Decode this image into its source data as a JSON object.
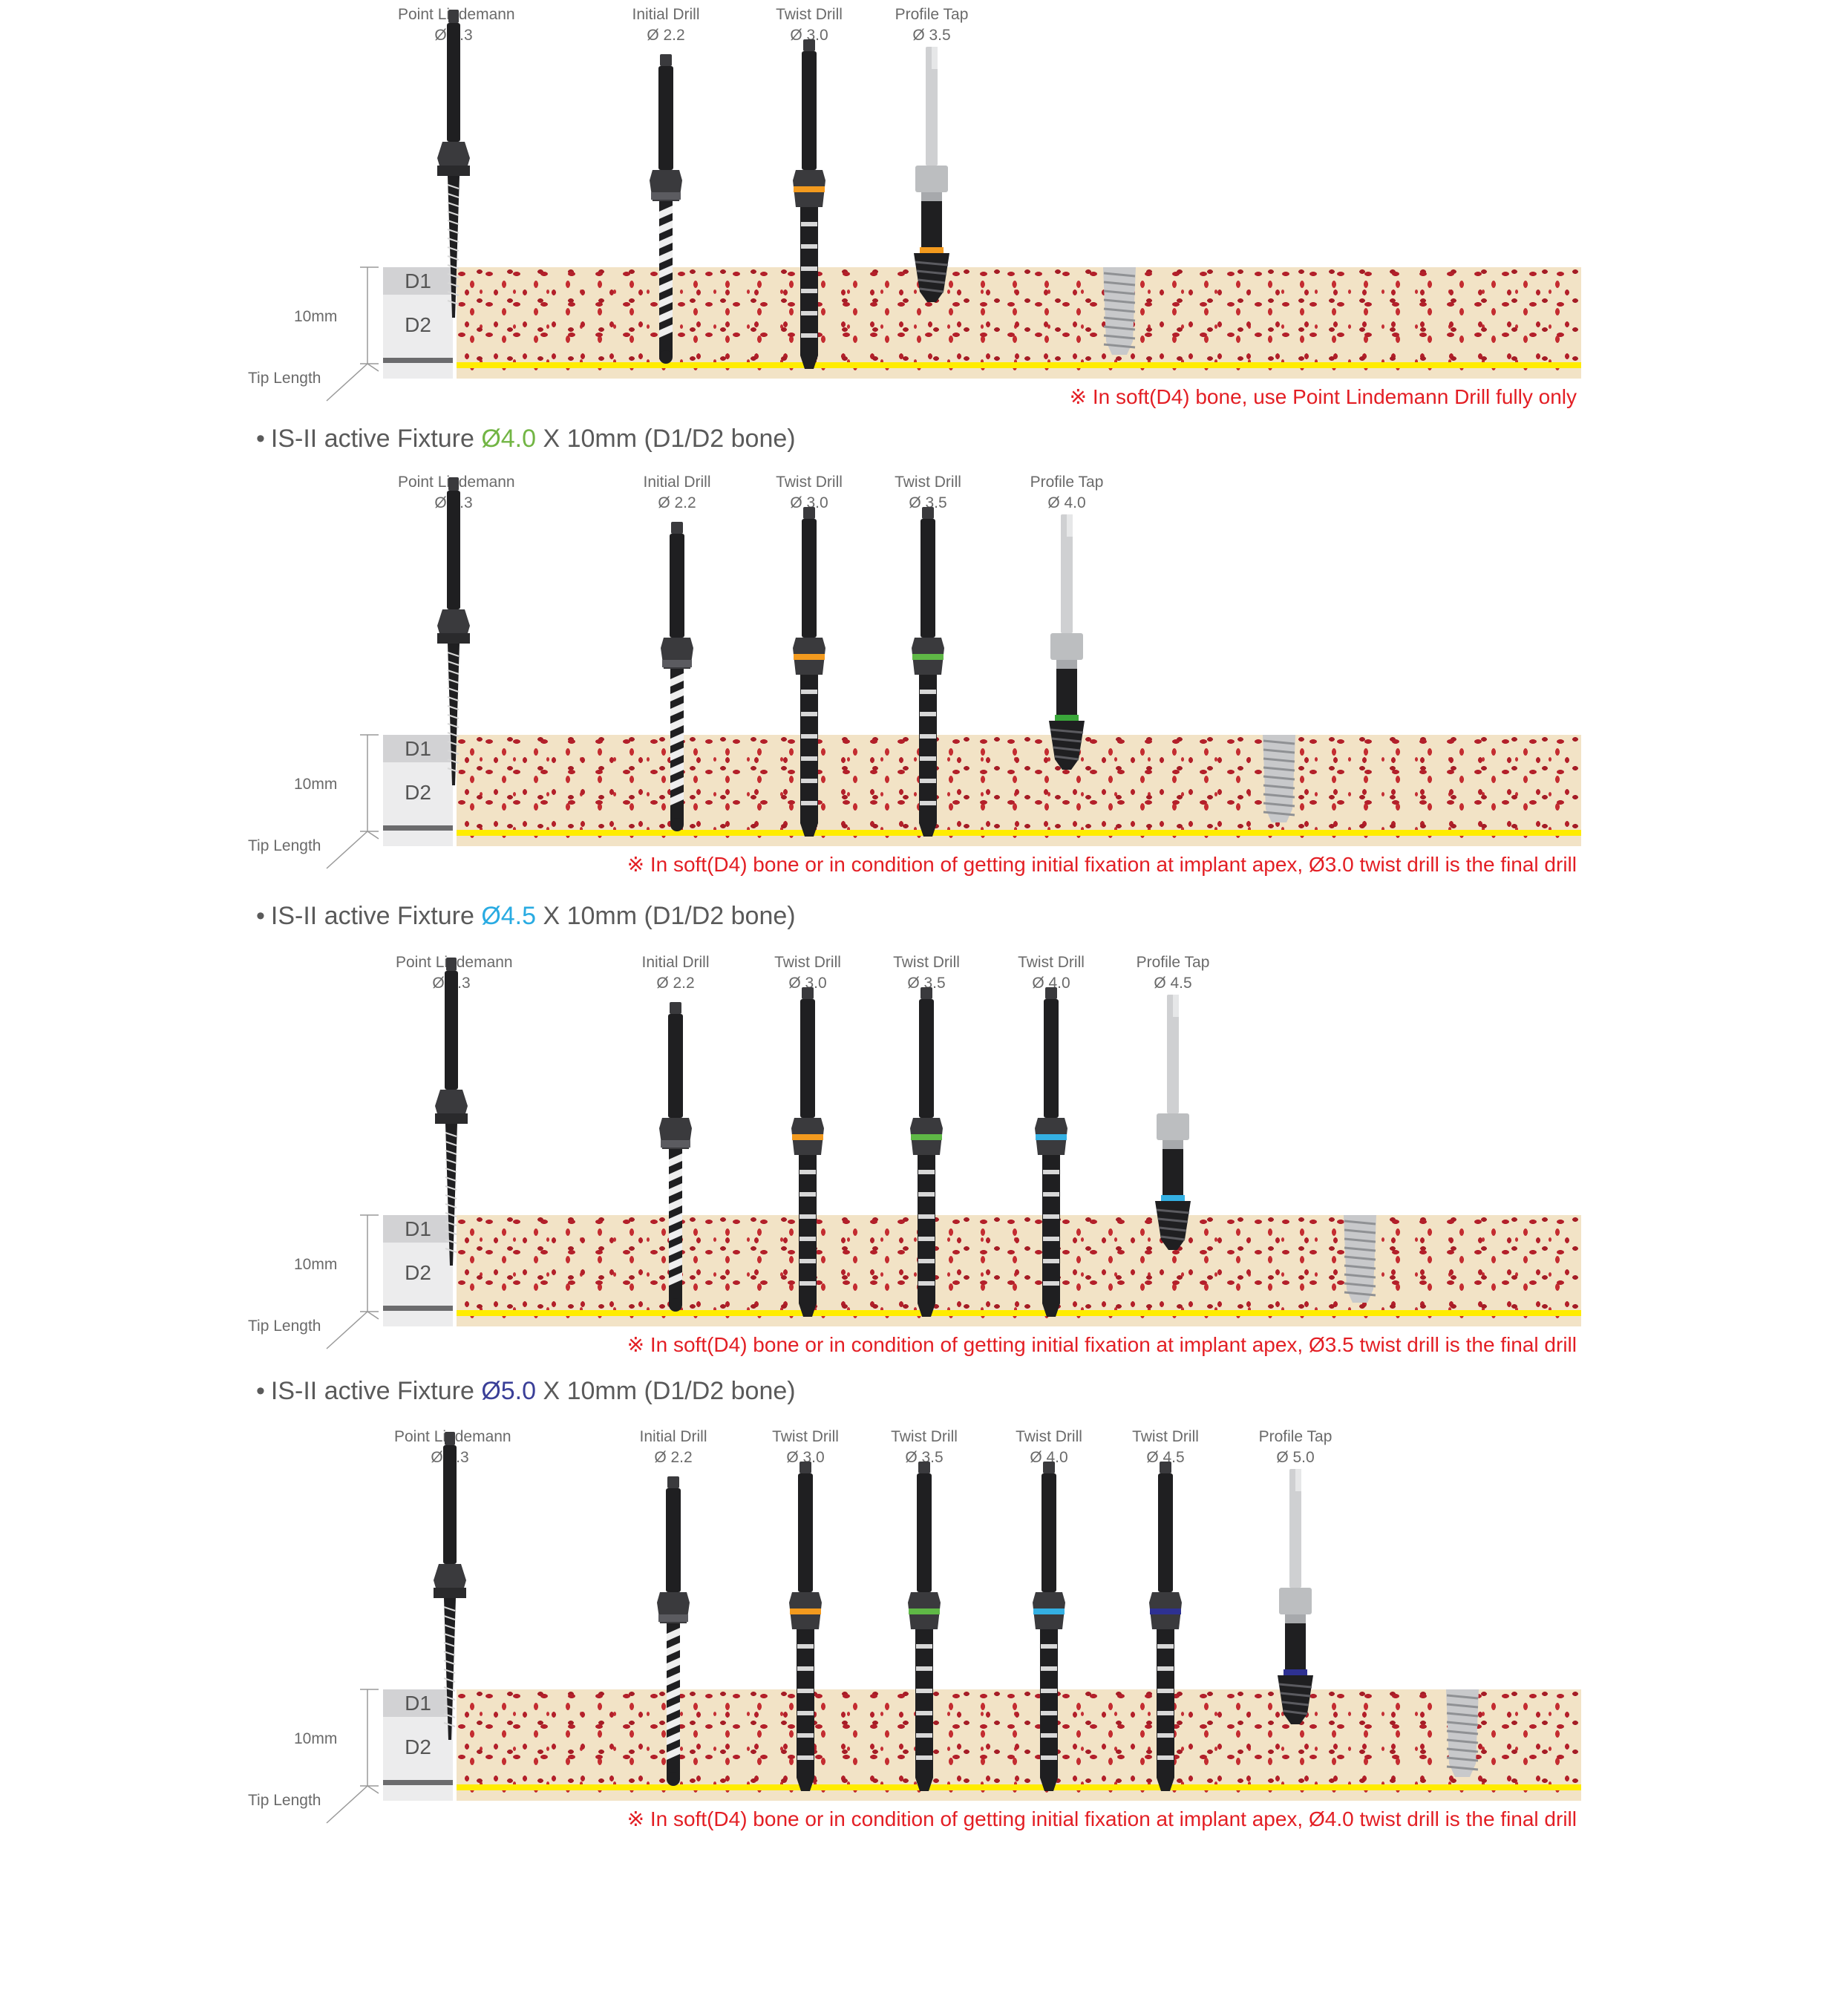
{
  "sections": [
    {
      "title": null,
      "tools": [
        {
          "name": "Point Lindemann",
          "diameter": "Ø 2.3",
          "kind": "lindemann"
        },
        {
          "name": "Initial Drill",
          "diameter": "Ø 2.2",
          "kind": "initial"
        },
        {
          "name": "Twist Drill",
          "diameter": "Ø 3.0",
          "kind": "twist",
          "ring": "#f39a1e"
        },
        {
          "name": "Profile Tap",
          "diameter": "Ø 3.5",
          "kind": "tap",
          "ring": "#f39a1e"
        }
      ],
      "depth": {
        "d1": "D1",
        "d2": "D2",
        "length": "10mm",
        "tip": "Tip Length"
      },
      "note": "※ In soft(D4) bone, use Point Lindemann Drill fully only"
    },
    {
      "title": {
        "prefix": "IS-II active Fixture ",
        "diameter": "Ø4.0",
        "diameter_color": "#72b544",
        "suffix": " X 10mm (D1/D2 bone)"
      },
      "tools": [
        {
          "name": "Point Lindemann",
          "diameter": "Ø 2.3",
          "kind": "lindemann"
        },
        {
          "name": "Initial Drill",
          "diameter": "Ø 2.2",
          "kind": "initial"
        },
        {
          "name": "Twist Drill",
          "diameter": "Ø 3.0",
          "kind": "twist",
          "ring": "#f39a1e"
        },
        {
          "name": "Twist Drill",
          "diameter": "Ø 3.5",
          "kind": "twist",
          "ring": "#5fb846"
        },
        {
          "name": "Profile Tap",
          "diameter": "Ø 4.0",
          "kind": "tap",
          "ring": "#3aa63a"
        }
      ],
      "depth": {
        "d1": "D1",
        "d2": "D2",
        "length": "10mm",
        "tip": "Tip Length"
      },
      "note": "※ In soft(D4) bone or in condition of getting initial fixation at implant apex, Ø3.0 twist drill is the final drill"
    },
    {
      "title": {
        "prefix": "IS-II active Fixture ",
        "diameter": "Ø4.5",
        "diameter_color": "#29abe2",
        "suffix": " X 10mm (D1/D2 bone)"
      },
      "tools": [
        {
          "name": "Point Lindemann",
          "diameter": "Ø 2.3",
          "kind": "lindemann"
        },
        {
          "name": "Initial Drill",
          "diameter": "Ø 2.2",
          "kind": "initial"
        },
        {
          "name": "Twist Drill",
          "diameter": "Ø 3.0",
          "kind": "twist",
          "ring": "#f39a1e"
        },
        {
          "name": "Twist Drill",
          "diameter": "Ø 3.5",
          "kind": "twist",
          "ring": "#5fb846"
        },
        {
          "name": "Twist Drill",
          "diameter": "Ø 4.0",
          "kind": "twist",
          "ring": "#34b0e3"
        },
        {
          "name": "Profile Tap",
          "diameter": "Ø 4.5",
          "kind": "tap",
          "ring": "#34b0e3"
        }
      ],
      "depth": {
        "d1": "D1",
        "d2": "D2",
        "length": "10mm",
        "tip": "Tip Length"
      },
      "note": "※ In soft(D4) bone or in condition of getting initial fixation at implant apex, Ø3.5 twist drill is the final drill"
    },
    {
      "title": {
        "prefix": "IS-II active Fixture ",
        "diameter": "Ø5.0",
        "diameter_color": "#3a3f98",
        "suffix": " X 10mm (D1/D2 bone)"
      },
      "tools": [
        {
          "name": "Point Lindemann",
          "diameter": "Ø 2.3",
          "kind": "lindemann"
        },
        {
          "name": "Initial Drill",
          "diameter": "Ø 2.2",
          "kind": "initial"
        },
        {
          "name": "Twist Drill",
          "diameter": "Ø 3.0",
          "kind": "twist",
          "ring": "#f39a1e"
        },
        {
          "name": "Twist Drill",
          "diameter": "Ø 3.5",
          "kind": "twist",
          "ring": "#5fb846"
        },
        {
          "name": "Twist Drill",
          "diameter": "Ø 4.0",
          "kind": "twist",
          "ring": "#34b0e3"
        },
        {
          "name": "Twist Drill",
          "diameter": "Ø 4.5",
          "kind": "twist",
          "ring": "#2e3192"
        },
        {
          "name": "Profile Tap",
          "diameter": "Ø 5.0",
          "kind": "tap",
          "ring": "#2e3192"
        }
      ],
      "depth": {
        "d1": "D1",
        "d2": "D2",
        "length": "10mm",
        "tip": "Tip Length"
      },
      "note": "※ In soft(D4) bone or in condition of getting initial fixation at implant apex, Ø4.0 twist drill is the final drill"
    }
  ]
}
